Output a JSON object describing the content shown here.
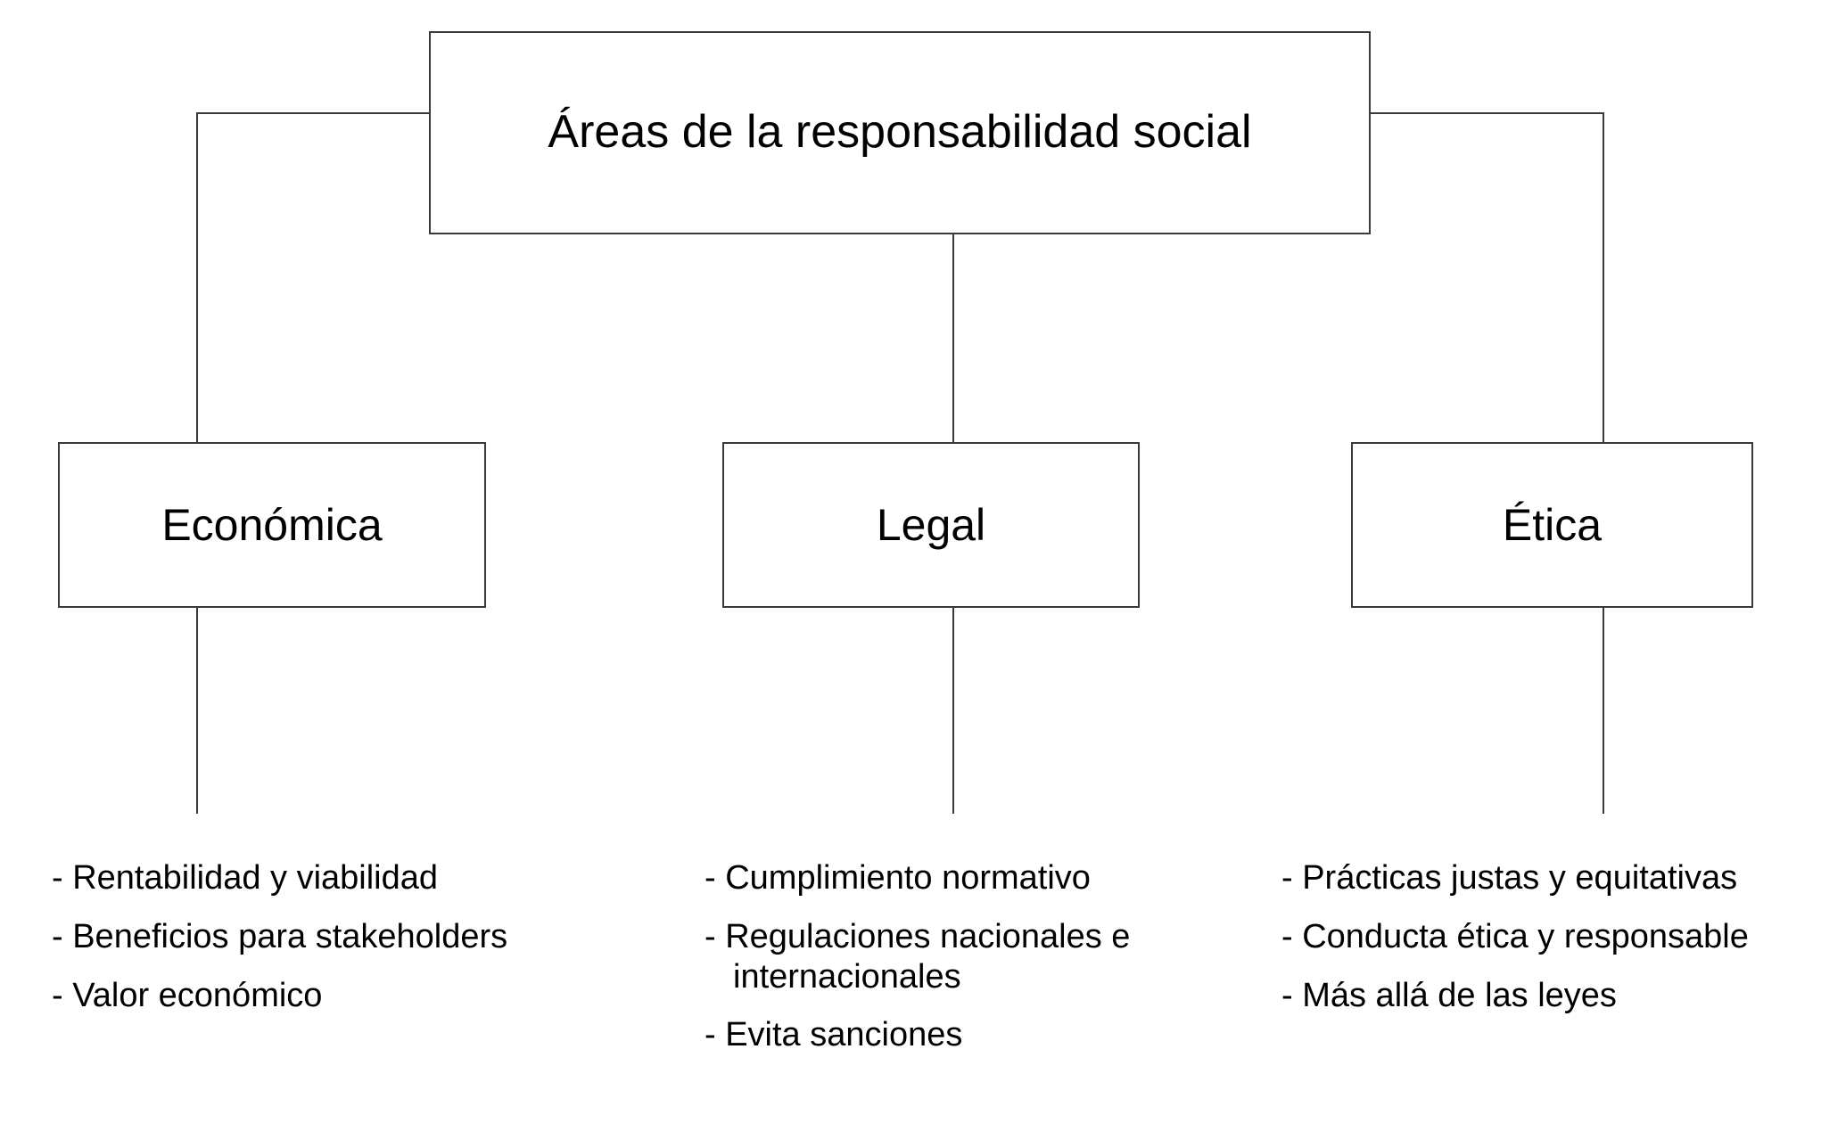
{
  "diagram": {
    "root": {
      "label": "Áreas de la responsabilidad social"
    },
    "branches": [
      {
        "label": "Económica",
        "details": [
          "- Rentabilidad y viabilidad",
          "- Beneficios para stakeholders",
          "- Valor económico"
        ]
      },
      {
        "label": "Legal",
        "details": [
          "- Cumplimiento normativo",
          "- Regulaciones nacionales e internacionales",
          "- Evita sanciones"
        ]
      },
      {
        "label": "Ética",
        "details": [
          "- Prácticas justas y equitativas",
          "- Conducta ética y responsable",
          "- Más allá de las leyes"
        ]
      }
    ],
    "colors": {
      "background": "#ffffff",
      "line": "#3a3a3a",
      "text": "#000000"
    }
  }
}
